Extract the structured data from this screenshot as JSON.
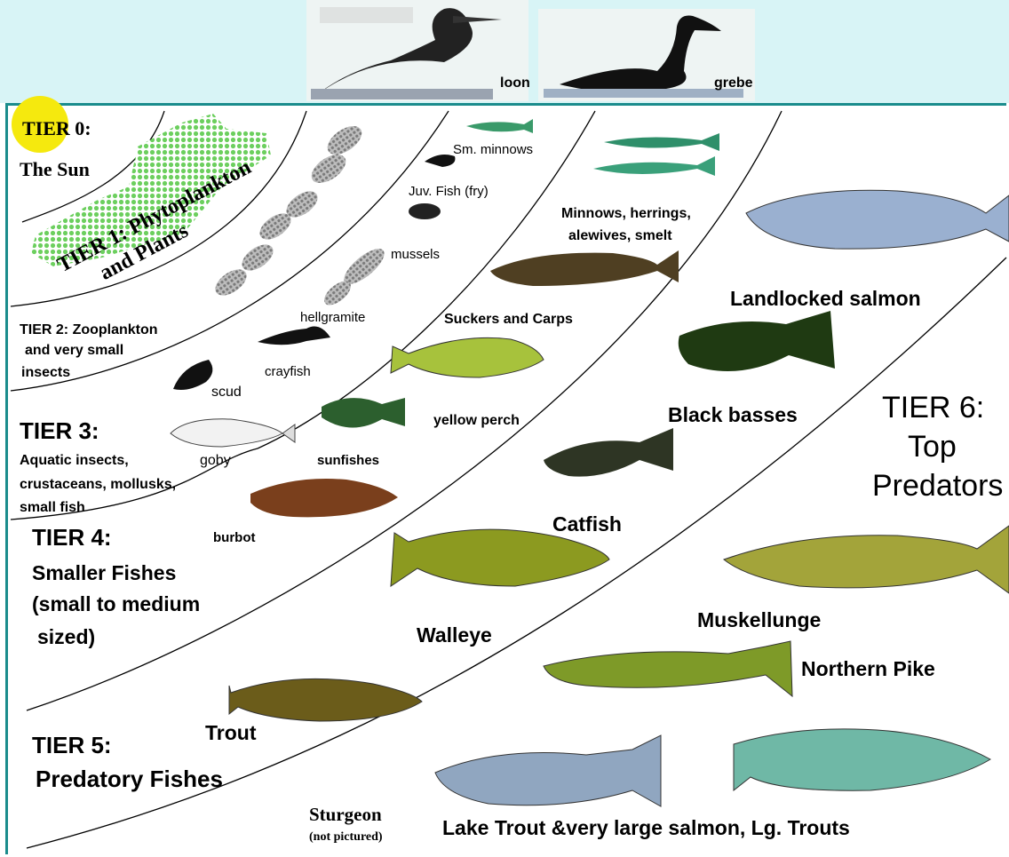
{
  "birds": {
    "loon": "loon",
    "grebe": "grebe"
  },
  "tiers": {
    "t0_line1": "TIER 0:",
    "t0_line2": "The Sun",
    "t1_line1": "TIER 1: Phytoplankton",
    "t1_line2": "and Plants",
    "t2_line1": "TIER 2: Zooplankton",
    "t2_line2": "and very small",
    "t2_line3": "insects",
    "t3_line1": "TIER 3:",
    "t3_line2": "Aquatic insects,",
    "t3_line3": "crustaceans, mollusks,",
    "t3_line4": "small fish",
    "t4_line1": "TIER 4:",
    "t4_line2": "Smaller Fishes",
    "t4_line3": "(small to medium",
    "t4_line4": "sized)",
    "t5_line1": "TIER 5:",
    "t5_line2": "Predatory Fishes",
    "t6_line1": "TIER 6:",
    "t6_line2": "Top",
    "t6_line3": "Predators"
  },
  "organisms": {
    "sm_minnows": "Sm. minnows",
    "juv_fish": "Juv. Fish (fry)",
    "mussels": "mussels",
    "hellgramite": "hellgramite",
    "crayfish": "crayfish",
    "scud": "scud",
    "goby": "goby",
    "sunfishes": "sunfishes",
    "burbot": "burbot",
    "minnows_herrings_1": "Minnows, herrings,",
    "minnows_herrings_2": "alewives, smelt",
    "suckers_carps": "Suckers and Carps",
    "yellow_perch": "yellow perch",
    "catfish": "Catfish",
    "walleye": "Walleye",
    "black_basses": "Black basses",
    "landlocked_salmon": "Landlocked salmon",
    "muskellunge": "Muskellunge",
    "northern_pike": "Northern Pike",
    "trout": "Trout",
    "sturgeon": "Sturgeon",
    "not_pictured": "(not pictured)",
    "lake_trout": "Lake Trout &very large salmon, Lg. Trouts"
  },
  "colors": {
    "frame": "#1a8c8c",
    "sun": "#f5e90e",
    "phyto": "#6ccf5e",
    "band": "#d8f4f6"
  }
}
